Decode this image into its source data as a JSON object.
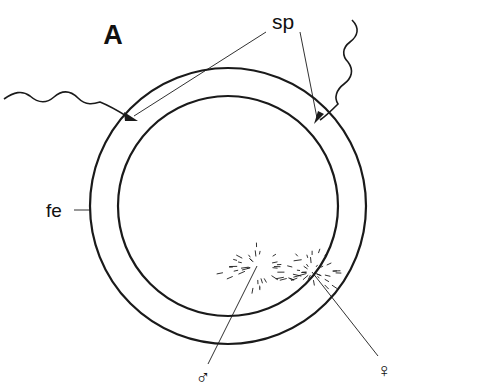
{
  "diagram": {
    "labels": [
      "A",
      "sp",
      "fe",
      "♂",
      "♀"
    ]
  }
}
